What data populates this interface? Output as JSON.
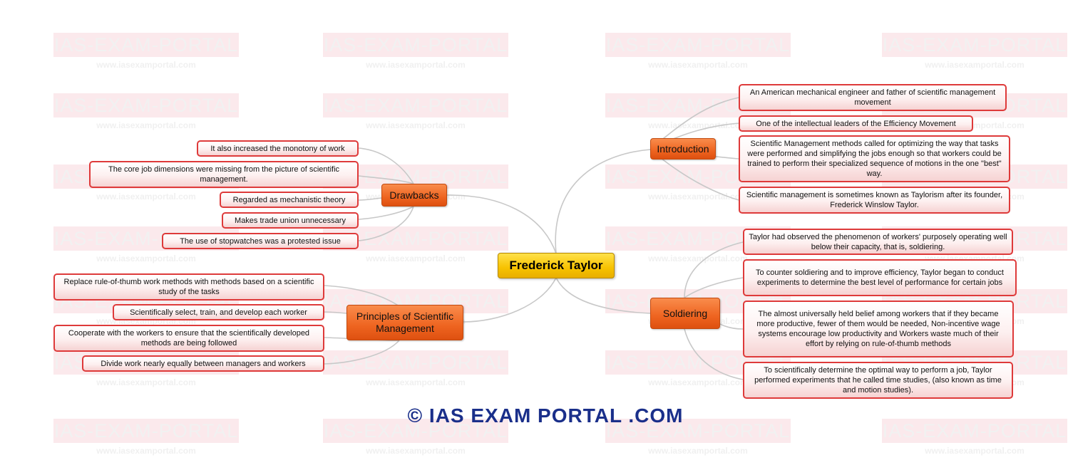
{
  "watermark": {
    "text": "IAS-EXAM-PORTAL",
    "url": "www.iasexamportal.com"
  },
  "center": {
    "label": "Frederick Taylor"
  },
  "branches": {
    "introduction": {
      "label": "Introduction",
      "items": [
        "An American mechanical engineer and father of scientific management movement",
        "One of the intellectual leaders of the Efficiency Movement",
        "Scientific Management methods called for optimizing the way that tasks were performed and simplifying the jobs enough so that workers could be trained to perform their specialized sequence of motions in the one \"best\" way.",
        "Scientific management is sometimes known as Taylorism after its founder, Frederick Winslow Taylor."
      ]
    },
    "soldiering": {
      "label": "Soldiering",
      "items": [
        "Taylor had observed the phenomenon of workers' purposely operating well below their capacity, that is, soldiering.",
        "To counter soldiering and to improve efficiency, Taylor began to conduct experiments to determine the best level of performance for certain jobs",
        "The almost universally held belief among workers that if they became more productive, fewer of them would be needed, Non-incentive wage systems encourage low productivity and Workers waste much of their effort by relying on rule-of-thumb methods",
        "To scientifically determine the optimal way to perform a job, Taylor performed experiments that he called time studies, (also known as time and motion studies)."
      ]
    },
    "drawbacks": {
      "label": "Drawbacks",
      "items": [
        "It also increased the monotony of work",
        "The core job dimensions were missing from the picture of scientific management.",
        "Regarded as mechanistic theory",
        "Makes trade union unnecessary",
        "The use of stopwatches  was a protested issue"
      ]
    },
    "principles": {
      "label": "Principles of Scientific Management",
      "items": [
        "Replace rule-of-thumb work methods with methods based on a scientific study of the tasks",
        "Scientifically select, train, and develop each worker",
        "Cooperate with the workers to ensure that the scientifically developed methods are being followed",
        "Divide work nearly equally between managers and workers"
      ]
    }
  },
  "copyright": "© IAS EXAM PORTAL .COM"
}
